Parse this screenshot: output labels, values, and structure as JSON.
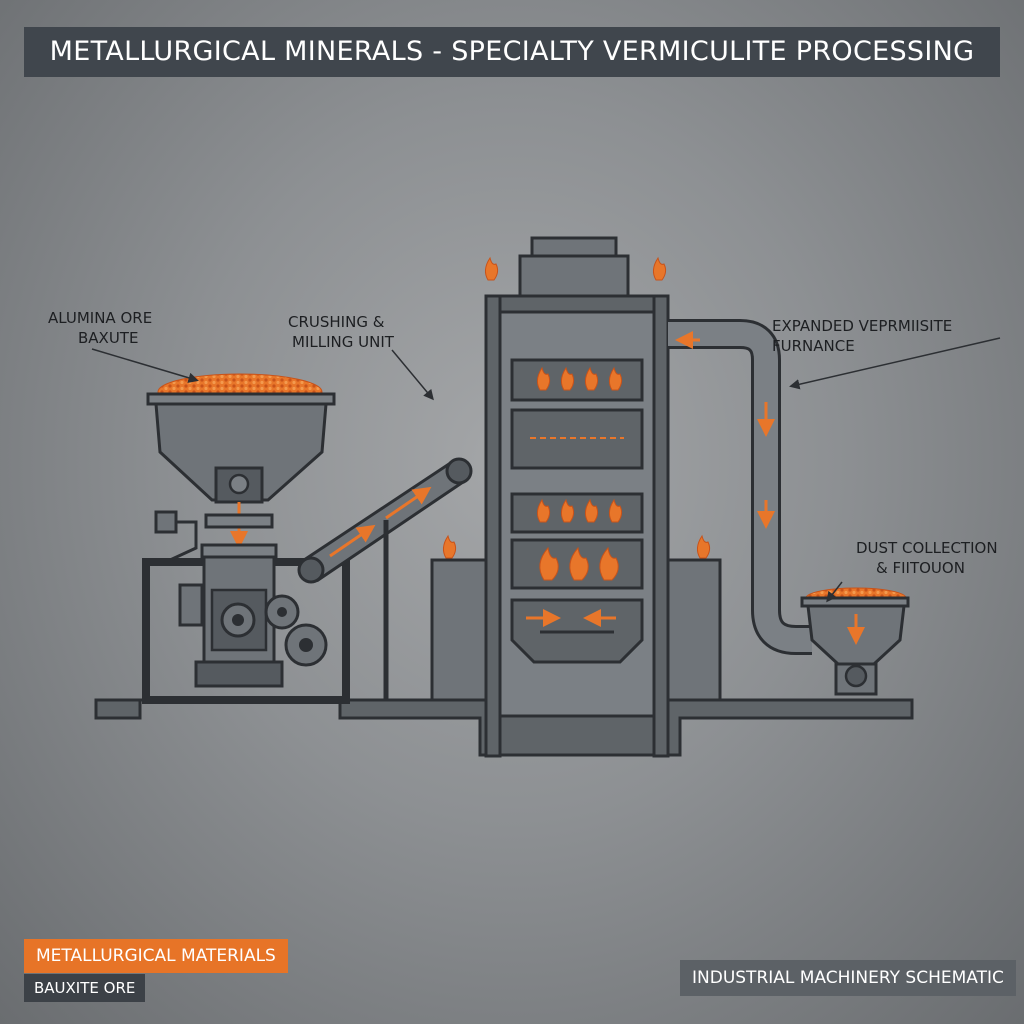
{
  "title": "METALLURGICAL MINERALS - SPECIALTY VERMICULITE PROCESSING",
  "labels": {
    "ore_line1": "ALUMINA ORE",
    "ore_line2": "BAXUTE",
    "crush_line1": "CRUSHING &",
    "crush_line2": "MILLING UNIT",
    "furnace": "EXPANDED VEPRMIISITE FURNANCE",
    "dust_line1": "DUST COLLECTION",
    "dust_line2": "& FIITOUON"
  },
  "footer": {
    "category": "METALLURGICAL MATERIALS",
    "material": "BAUXITE ORE",
    "caption": "INDUSTRIAL MACHINERY SCHEMATIC"
  },
  "colors": {
    "machine": "#6f7479",
    "outline": "#2c2f33",
    "accent": "#e8762a",
    "ore": "#e8762a"
  }
}
